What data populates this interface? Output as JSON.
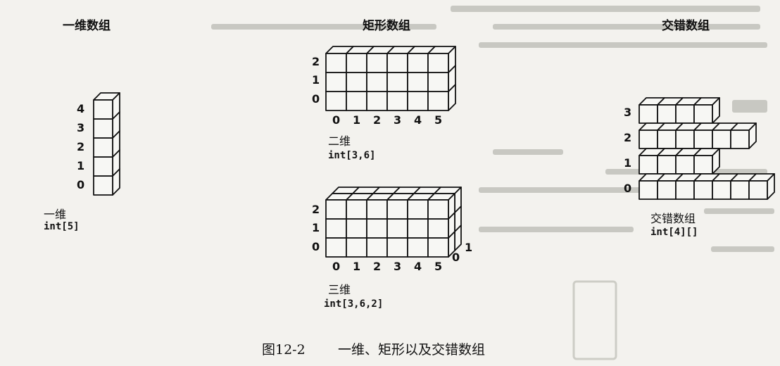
{
  "headers": {
    "one_d": "一维数组",
    "rect": "矩形数组",
    "jagged": "交错数组"
  },
  "one_d": {
    "indices": [
      "4",
      "3",
      "2",
      "1",
      "0"
    ],
    "label": "一维",
    "decl": "int[5]"
  },
  "rect2d": {
    "row_indices": [
      "2",
      "1",
      "0"
    ],
    "col_indices": [
      "0",
      "1",
      "2",
      "3",
      "4",
      "5"
    ],
    "label": "二维",
    "decl": "int[3,6]"
  },
  "rect3d": {
    "row_indices": [
      "2",
      "1",
      "0"
    ],
    "col_indices": [
      "0",
      "1",
      "2",
      "3",
      "4",
      "5"
    ],
    "depth_indices": [
      "0",
      "1"
    ],
    "label": "三维",
    "decl": "int[3,6,2]"
  },
  "jagged": {
    "rows": [
      {
        "index": "3",
        "length": 4
      },
      {
        "index": "2",
        "length": 6
      },
      {
        "index": "1",
        "length": 4
      },
      {
        "index": "0",
        "length": 7
      }
    ],
    "label": "交错数组",
    "decl": "int[4][]"
  },
  "caption": {
    "number": "图12-2",
    "title": "一维、矩形以及交错数组"
  },
  "colors": {
    "stroke": "#111111",
    "fill": "#f7f7f4",
    "background": "#f3f2ee"
  }
}
